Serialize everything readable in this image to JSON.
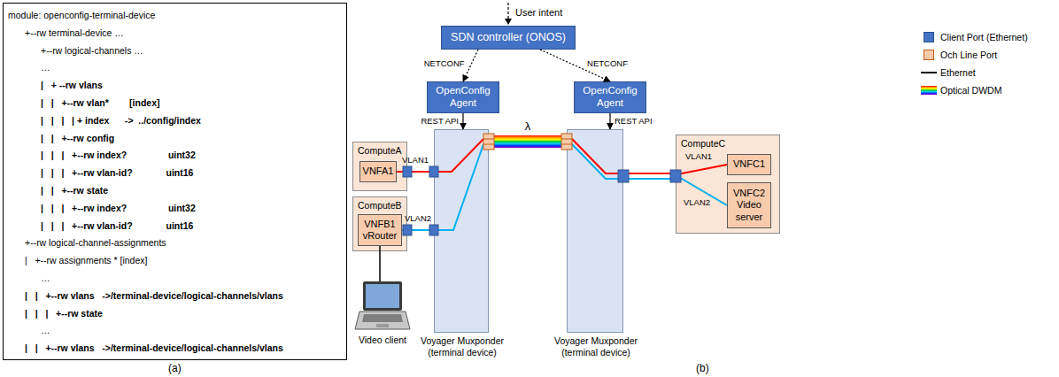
{
  "diagram": {
    "nodes": [
      {
        "text": [
          "module: openconfig-terminal-device",
          "+--rw terminal-device …",
          "+--rw logical-channels …",
          "…",
          "|   + --rw vlans",
          "|   |   +--rw vlan*        [index]",
          "|   |   |   | + index      ->  ../config/index",
          "|   |   +--rw config",
          "|   |   |   +--rw index?                uint32",
          "|   |   |   +--rw vlan-id?             uint16",
          "|   |   +--rw state",
          "|   |   |   +--rw index?                uint32",
          "|   |   |   +--rw vlan-id?             uint16",
          "+--rw logical-channel-assignments",
          "|   +--rw assignments * [index]",
          "…",
          "|   |   +--rw vlans   ->/terminal-device/logical-channels/vlans",
          "|   |   |   +--rw state",
          "…",
          "|   |   +--rw vlans   ->/terminal-device/logical-channels/vlans"
        ]
      },
      {
        "text": [
          "SDN controller (ONOS)"
        ]
      },
      {
        "text": [
          "OpenConfig Agent"
        ]
      },
      {
        "text": [
          "OpenConfig Agent"
        ]
      },
      {
        "text": [
          "ComputeA"
        ]
      },
      {
        "text": [
          "VNFA1"
        ],
        "in": 4
      },
      {
        "text": [
          "ComputeB"
        ]
      },
      {
        "text": [
          "VNFB1 vRouter"
        ],
        "in": 6
      },
      {
        "text": [
          "Voyager Muxponder (terminal device)"
        ]
      },
      {
        "text": [
          "Voyager Muxponder (terminal device)"
        ]
      },
      {
        "text": [
          "ComputeC"
        ]
      },
      {
        "text": [
          "VNFC1"
        ],
        "in": 10
      },
      {
        "text": [
          "VNFC2 Video server"
        ],
        "in": 10
      },
      {
        "text": [
          "Video client"
        ]
      }
    ],
    "edges": [
      {
        "from": 1,
        "to": 2,
        "arrow": "to",
        "label": "NETCONF"
      },
      {
        "from": 1,
        "to": 3,
        "arrow": "to",
        "label": "NETCONF"
      },
      {
        "from": 2,
        "to": 8,
        "arrow": "to",
        "label": "REST API"
      },
      {
        "from": 3,
        "to": 9,
        "arrow": "to",
        "label": "REST API"
      },
      {
        "from": 5,
        "to": 8,
        "arrow": "none",
        "label": "VLAN1"
      },
      {
        "from": 7,
        "to": 8,
        "arrow": "none",
        "label": "VLAN2"
      },
      {
        "from": 8,
        "to": 9,
        "arrow": "none",
        "label": "λ"
      },
      {
        "from": 9,
        "to": 11,
        "arrow": "none",
        "label": "VLAN1"
      },
      {
        "from": 9,
        "to": 12,
        "arrow": "none",
        "label": "VLAN2"
      },
      {
        "from": 7,
        "to": 13,
        "arrow": "none"
      }
    ],
    "labels": [
      "User intent",
      "(a)",
      "(b)"
    ],
    "legend": [
      {
        "text": "Client Port (Ethernet)",
        "color": "#4472c4"
      },
      {
        "text": "Och Line Port",
        "color": "#f8cbad"
      },
      {
        "text": "Ethernet"
      },
      {
        "text": "Optical DWDM"
      }
    ]
  }
}
